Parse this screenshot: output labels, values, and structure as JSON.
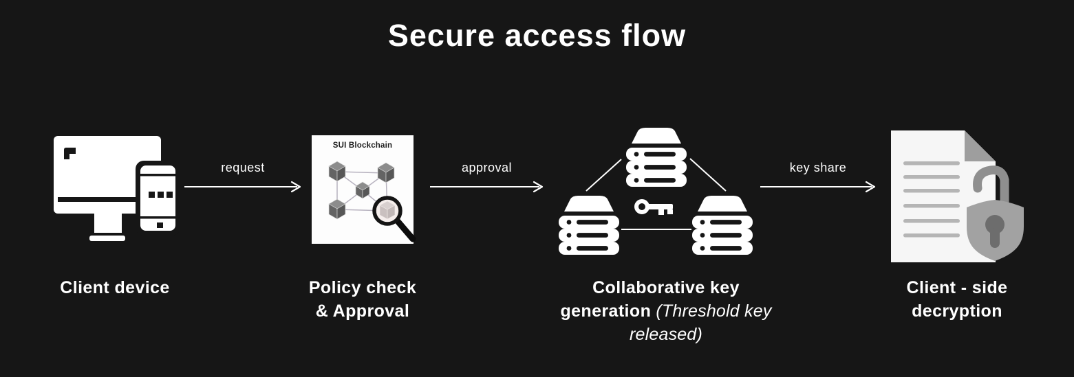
{
  "title": "Secure access flow",
  "nodes": [
    {
      "id": "client-device",
      "label": "Client device"
    },
    {
      "id": "policy-check",
      "label": "Policy check\n& Approval",
      "card_title": "SUI Blockchain"
    },
    {
      "id": "collab-keygen",
      "label": "Collaborative key generation",
      "sublabel": " (Threshold key released)"
    },
    {
      "id": "client-decrypt",
      "label": "Client - side\ndecryption"
    }
  ],
  "arrows": [
    {
      "label": "request"
    },
    {
      "label": "approval"
    },
    {
      "label": "key share"
    }
  ],
  "icons": [
    "desktop-and-phone-icon",
    "blockchain-network-icon",
    "magnifier-icon",
    "server-stack-icon",
    "key-icon",
    "document-icon",
    "open-padlock-icon"
  ],
  "colors": {
    "background": "#161616",
    "foreground": "#ffffff",
    "card_background": "#fdfdfd",
    "cube_gray": "#646464",
    "network_line": "#b7b2bf",
    "magnifier_fill": "#f5eeec",
    "document_fill": "#f6f6f6",
    "document_lines": "#b5b5b5",
    "lock_gray": "#a2a2a2",
    "keyhole_gray": "#6d6d6d"
  }
}
